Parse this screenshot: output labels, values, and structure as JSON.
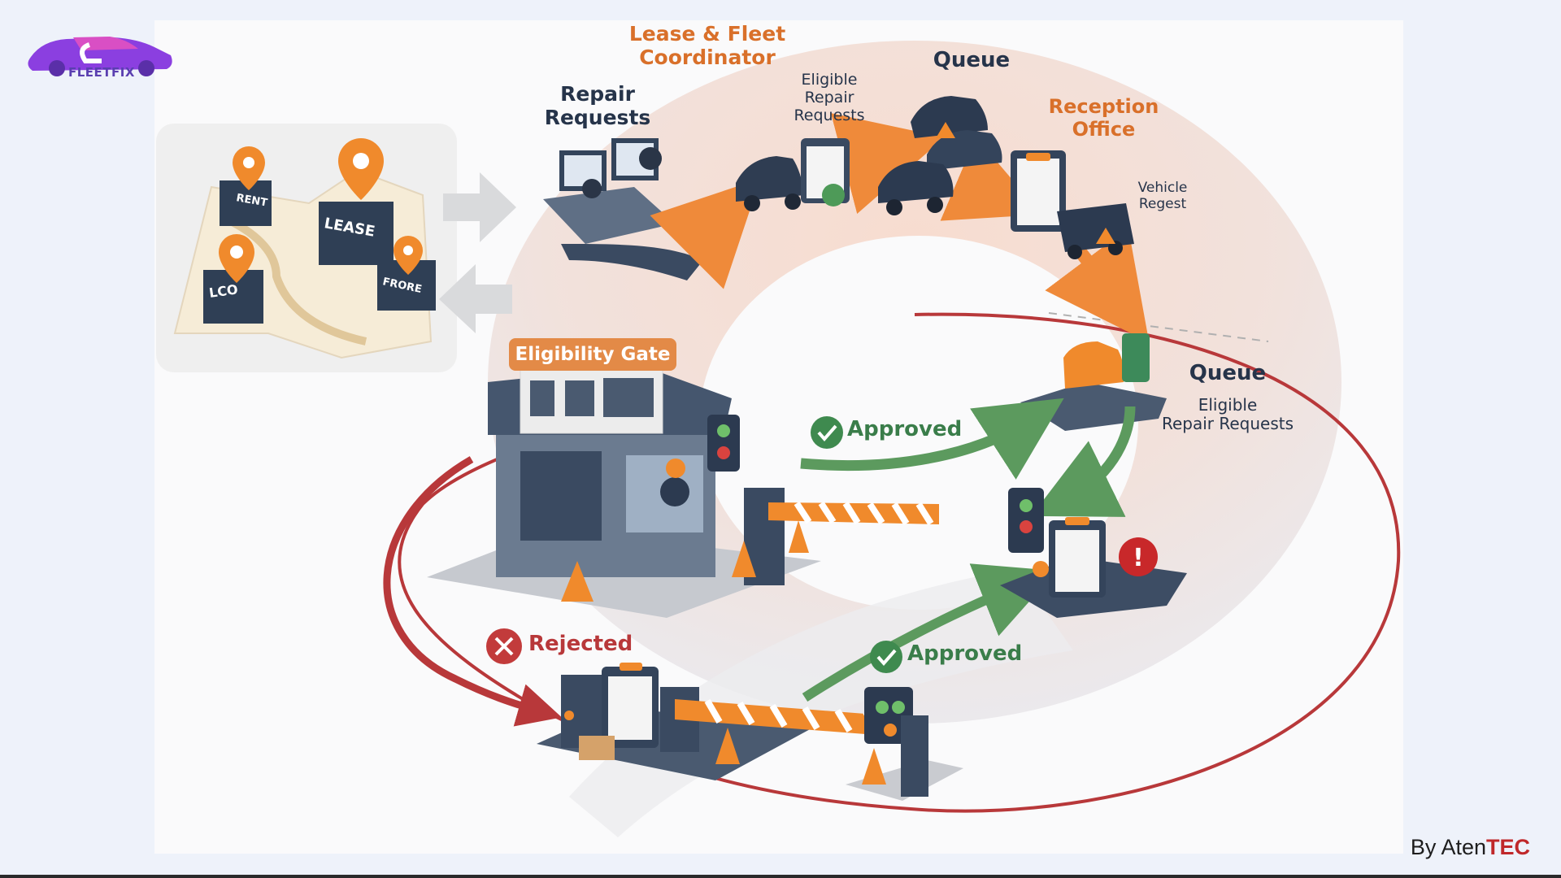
{
  "logo": {
    "text": "FLEETFIX"
  },
  "map_card": {
    "pins": [
      "RENT",
      "LEASE",
      "LCO",
      "FRORE"
    ]
  },
  "labels": {
    "coordinator": "Lease & Fleet\nCoordinator",
    "repair_requests": "Repair\nRequests",
    "eligible_repair_requests_top": "Eligible\nRepair\nRequests",
    "queue_top": "Queue",
    "reception_office": "Reception\nOffice",
    "vehicle_request": "Vehicle\nRegest",
    "eligibility_gate": "Eligibility Gate",
    "approved_upper": "Approved",
    "queue_right": "Queue",
    "eligible_repair_requests_right": "Eligible\nRepair Requests",
    "rejected": "Rejected",
    "approved_lower": "Approved"
  },
  "footer": {
    "prefix": "By Aten",
    "brand": "TEC"
  },
  "colors": {
    "orange_accent": "#e8772e",
    "navy": "#26344a",
    "green_flow": "#5c9a5e",
    "red_loop": "#b8383a",
    "gate_tag": "#e38a47"
  }
}
